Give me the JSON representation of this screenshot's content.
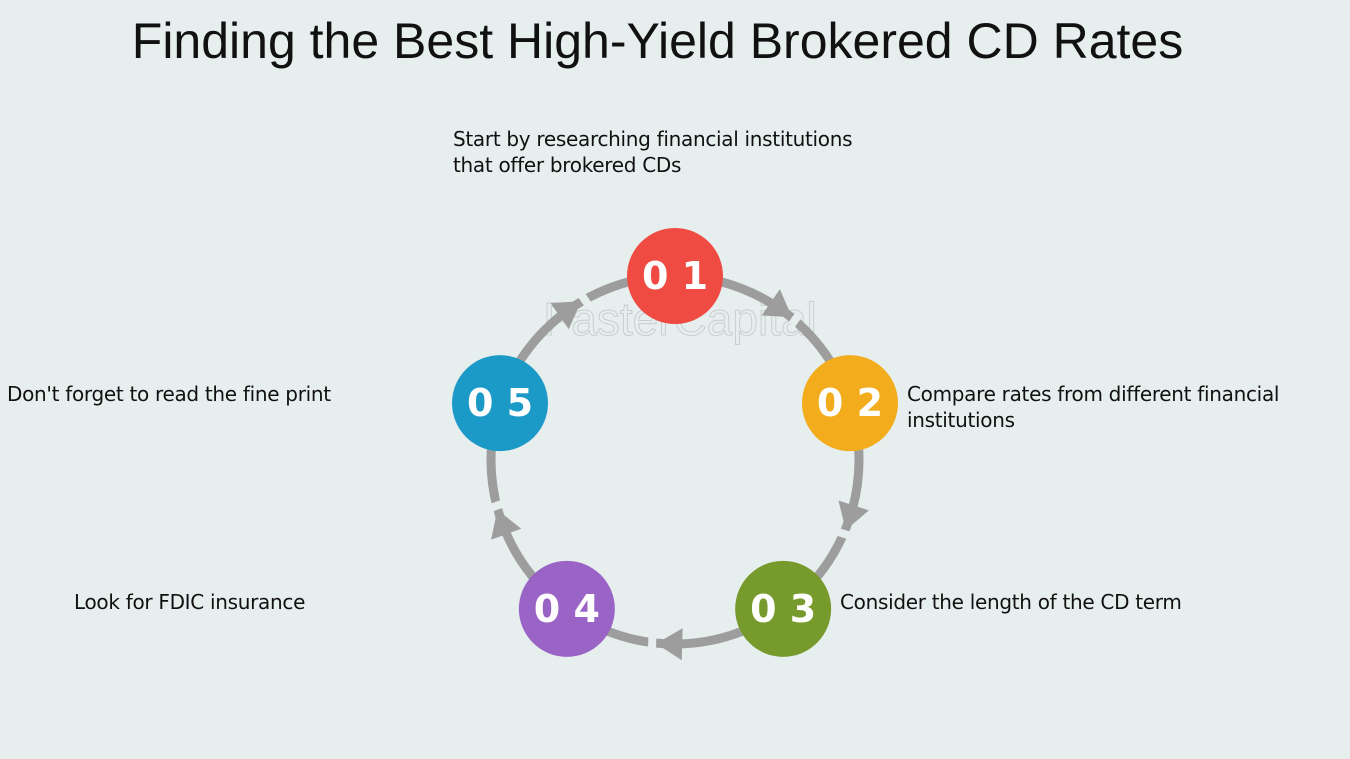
{
  "title": "Finding the Best High-Yield Brokered CD Rates",
  "watermark": "FasterCapital",
  "steps": [
    {
      "number": "0 1",
      "text": "Start by researching financial institutions that offer brokered CDs",
      "color": "#f04b43"
    },
    {
      "number": "0 2",
      "text": "Compare rates from different financial institutions",
      "color": "#f2ac1c"
    },
    {
      "number": "0 3",
      "text": "Consider the length of the CD term",
      "color": "#779a2c"
    },
    {
      "number": "0 4",
      "text": "Look for FDIC insurance",
      "color": "#9a63c6"
    },
    {
      "number": "0 5",
      "text": "Don't forget to read the fine print",
      "color": "#1b9ac8"
    }
  ],
  "ring_color": "#9d9d9d"
}
